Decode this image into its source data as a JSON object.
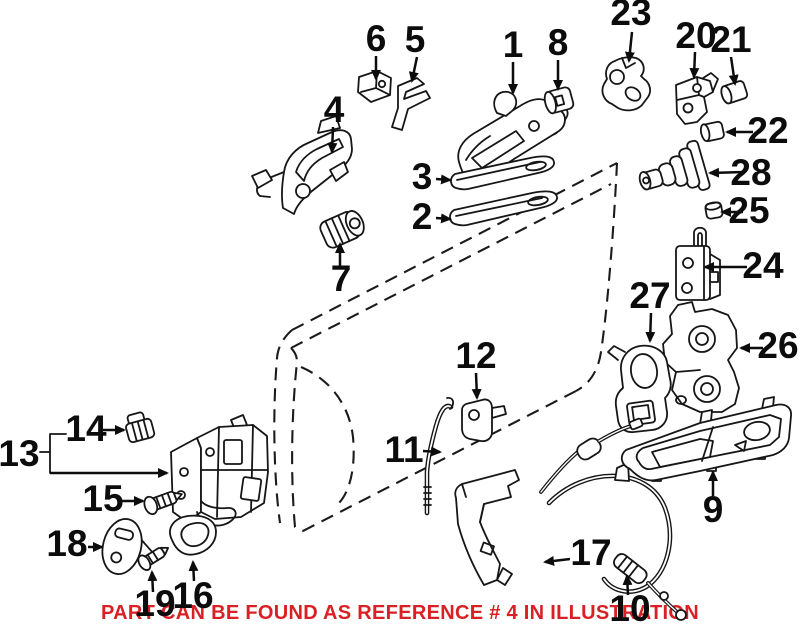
{
  "diagram": {
    "background_color": "#ffffff",
    "line_color": "#161616",
    "label_color": "#0c0c0c",
    "caption": {
      "text": "PART CAN BE FOUND AS REFERENCE # 4 IN ILLUSTRATION",
      "color": "#d92025"
    },
    "callouts": [
      {
        "label": "1"
      },
      {
        "label": "2"
      },
      {
        "label": "3"
      },
      {
        "label": "4"
      },
      {
        "label": "5"
      },
      {
        "label": "6"
      },
      {
        "label": "7"
      },
      {
        "label": "8"
      },
      {
        "label": "9"
      },
      {
        "label": "10"
      },
      {
        "label": "11"
      },
      {
        "label": "12"
      },
      {
        "label": "13"
      },
      {
        "label": "14"
      },
      {
        "label": "15"
      },
      {
        "label": "16"
      },
      {
        "label": "17"
      },
      {
        "label": "18"
      },
      {
        "label": "19"
      },
      {
        "label": "20"
      },
      {
        "label": "21"
      },
      {
        "label": "22"
      },
      {
        "label": "23"
      },
      {
        "label": "24"
      },
      {
        "label": "25"
      },
      {
        "label": "26"
      },
      {
        "label": "27"
      },
      {
        "label": "28"
      }
    ]
  }
}
